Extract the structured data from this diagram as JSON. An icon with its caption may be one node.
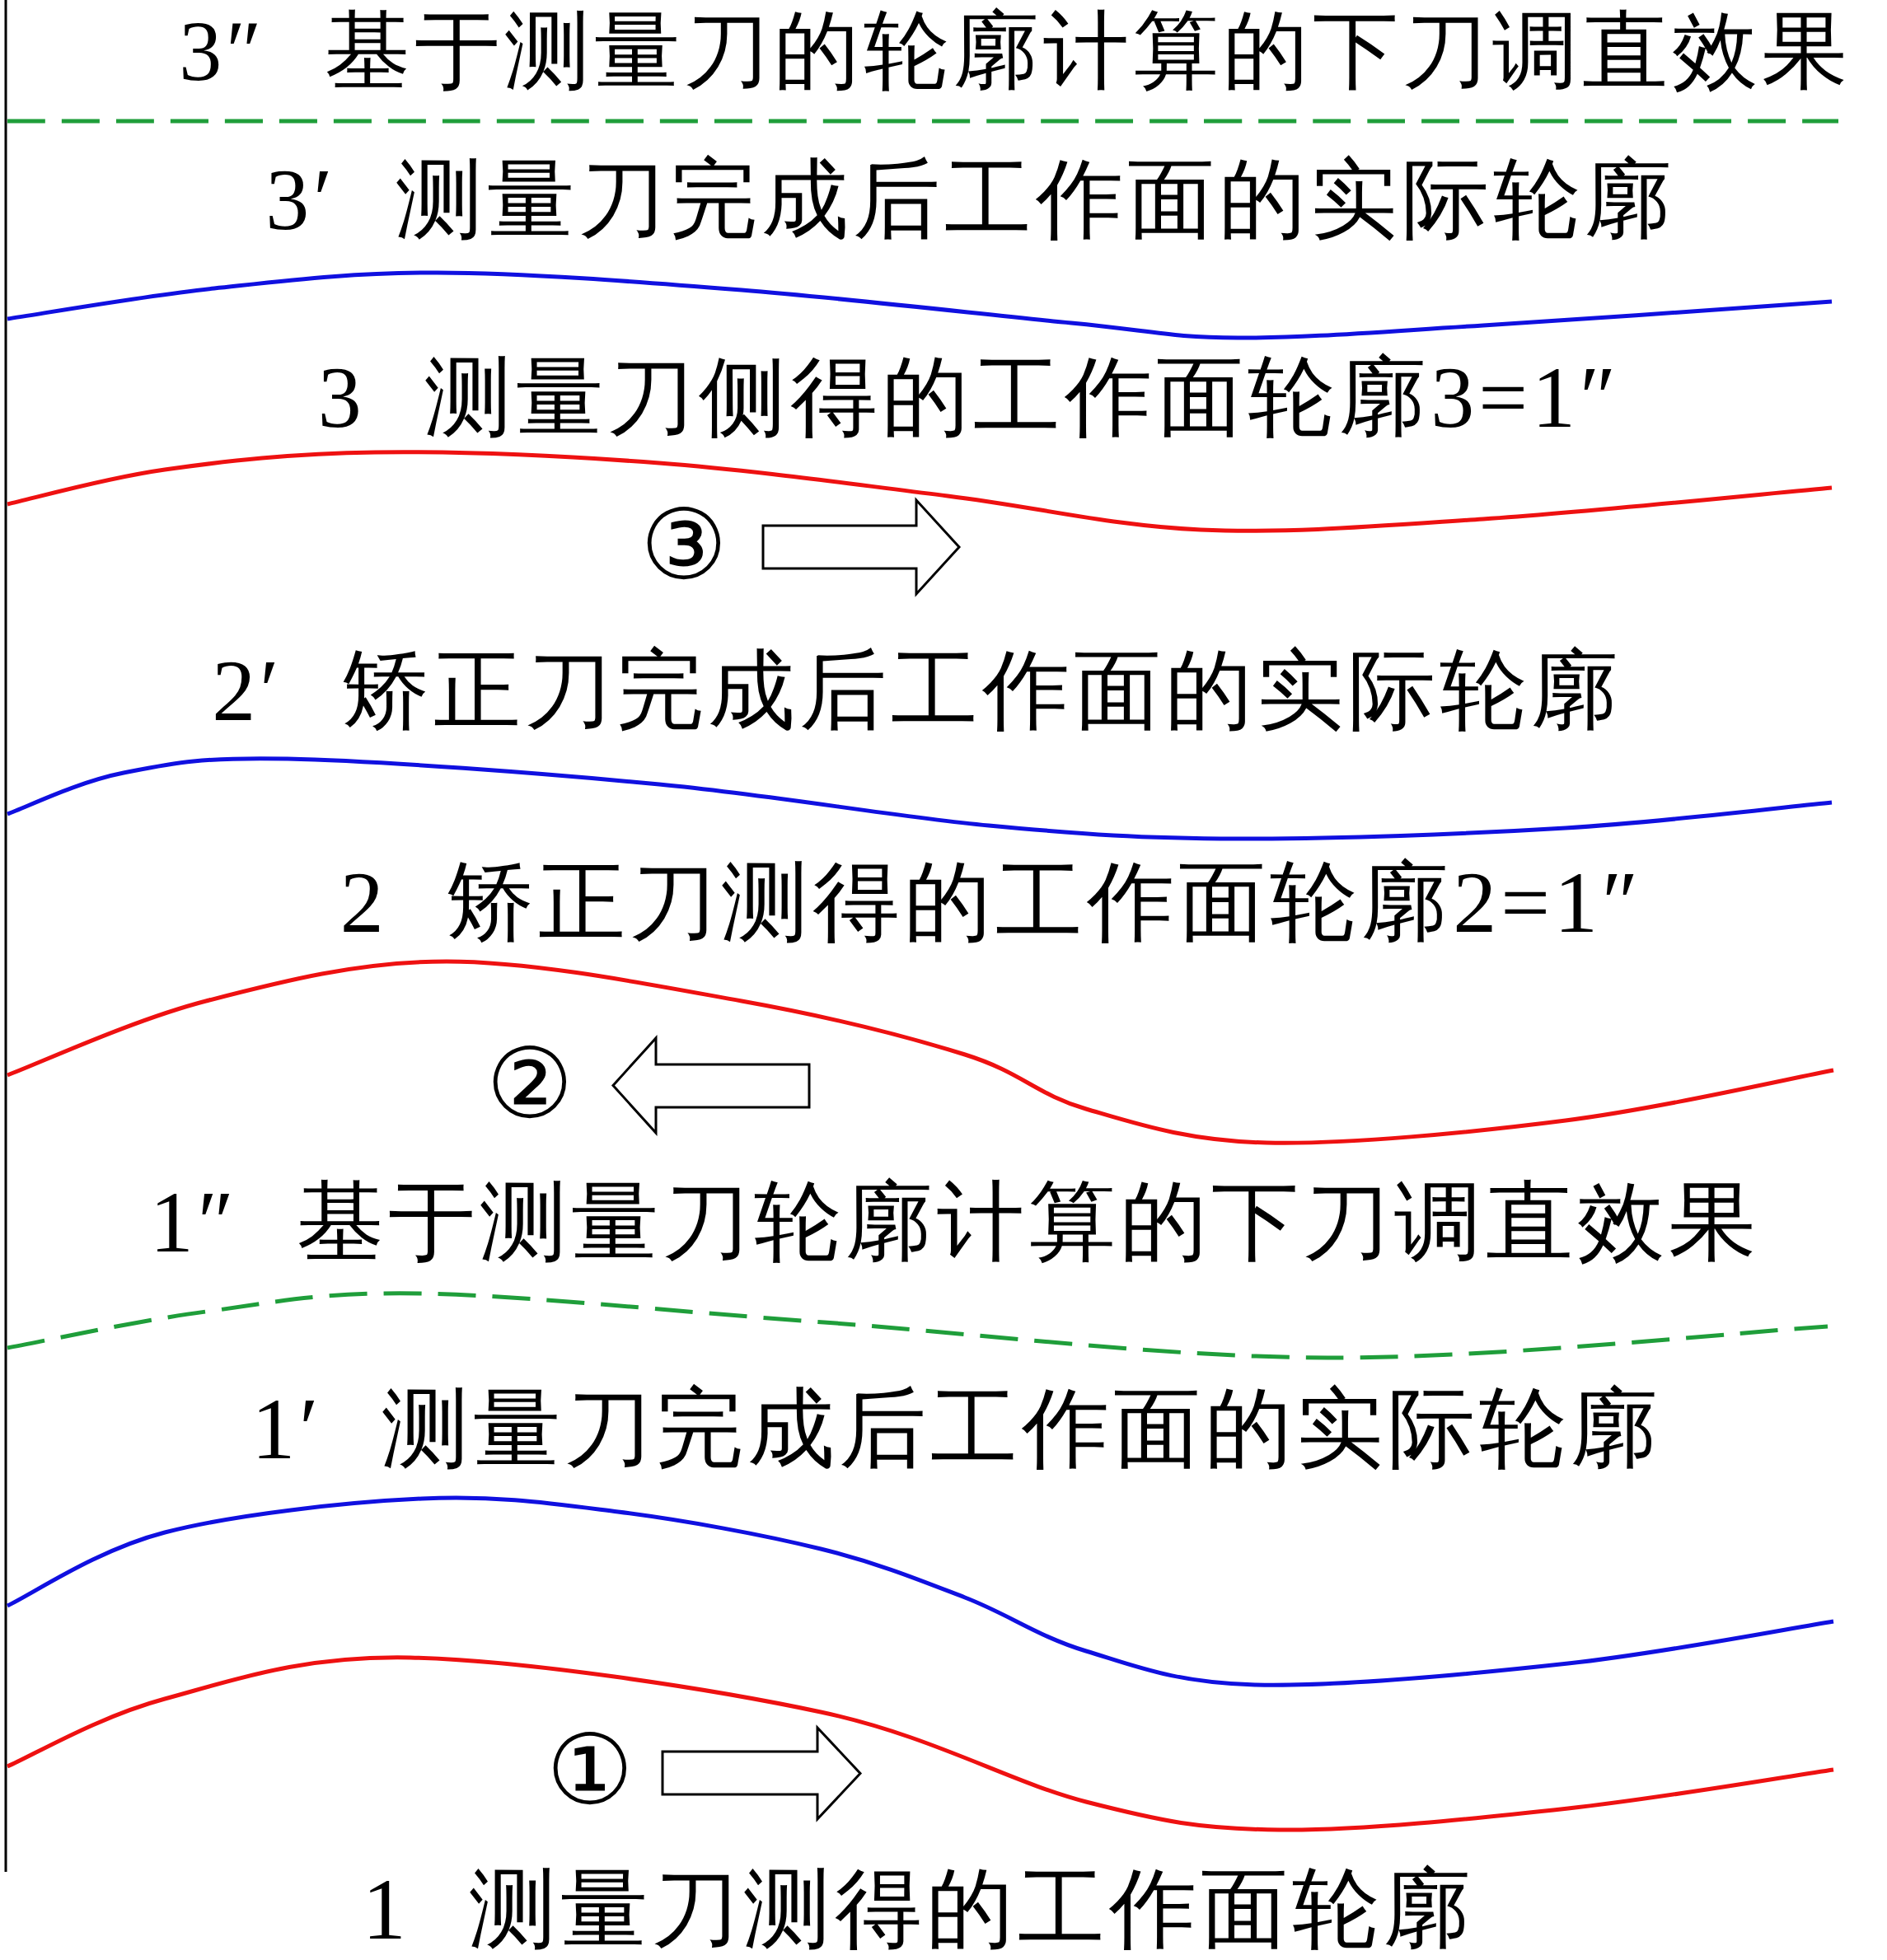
{
  "diagram": {
    "labels": [
      "3″ 基于测量刀的轮廓计算的下刀调直效果",
      "3′ 测量刀完成后工作面的实际轮廓",
      "3 测量刀侧得的工作面轮廓3=1″",
      "③",
      "2′ 矫正刀完成后工作面的实际轮廓",
      "2 矫正刀测得的工作面轮廓2=1″",
      "②",
      "1″ 基于测量刀轮廓计算的下刀调直效果",
      "1′ 测量刀完成后工作面的实际轮廓",
      "①",
      "1 测量刀测得的工作面轮廓"
    ]
  }
}
